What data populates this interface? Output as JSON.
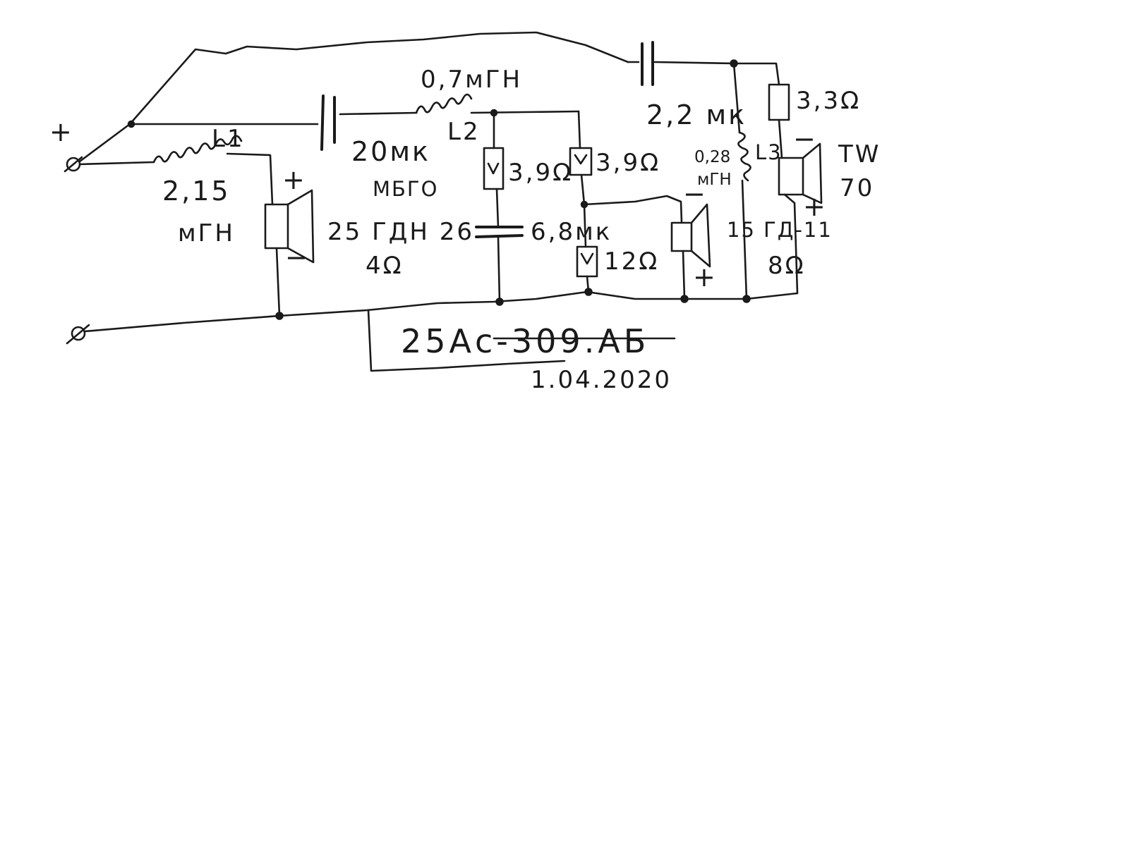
{
  "terminals": {
    "plus": "+",
    "minus_symbol": "⌀"
  },
  "woofer": {
    "inductor_name": "L1",
    "inductor_value": "2,15",
    "inductor_unit": "мГН",
    "speaker_model": "25 ГДН 26",
    "speaker_impedance": "4Ω",
    "plus": "+",
    "minus": "−"
  },
  "midrange": {
    "capacitor_value": "20мк",
    "capacitor_type": "МБГО",
    "inductor_value": "0,7мГН",
    "inductor_name": "L2",
    "resistor_1": "3,9Ω",
    "resistor_2": "3,9Ω",
    "capacitor_2": "6,8мк",
    "resistor_3": "12Ω",
    "speaker_model": "15 ГД-11",
    "speaker_impedance": "8Ω",
    "minus": "−",
    "plus": "+"
  },
  "tweeter": {
    "capacitor_value": "2,2 мк",
    "inductor_name": "L3",
    "inductor_value": "0,28",
    "inductor_unit": "мГН",
    "resistor": "3,3Ω",
    "speaker_model_line1": "TW",
    "speaker_model_line2": "70",
    "minus": "−",
    "plus": "+"
  },
  "title_block": {
    "title": "25Ас-309.АБ",
    "date": "1.04.2020"
  }
}
